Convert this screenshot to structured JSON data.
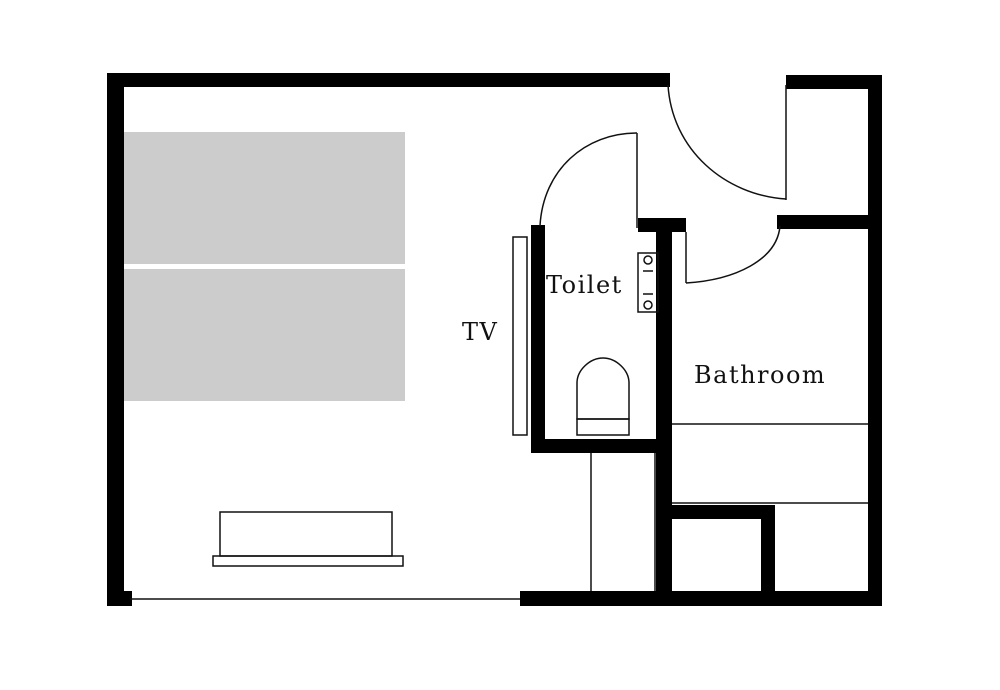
{
  "labels": {
    "tv": "TV",
    "toilet": "Toilet",
    "bathroom": "Bathroom"
  },
  "colors": {
    "wall": "#000000",
    "bed": "#cccccc",
    "line": "#111111",
    "background": "#ffffff"
  }
}
